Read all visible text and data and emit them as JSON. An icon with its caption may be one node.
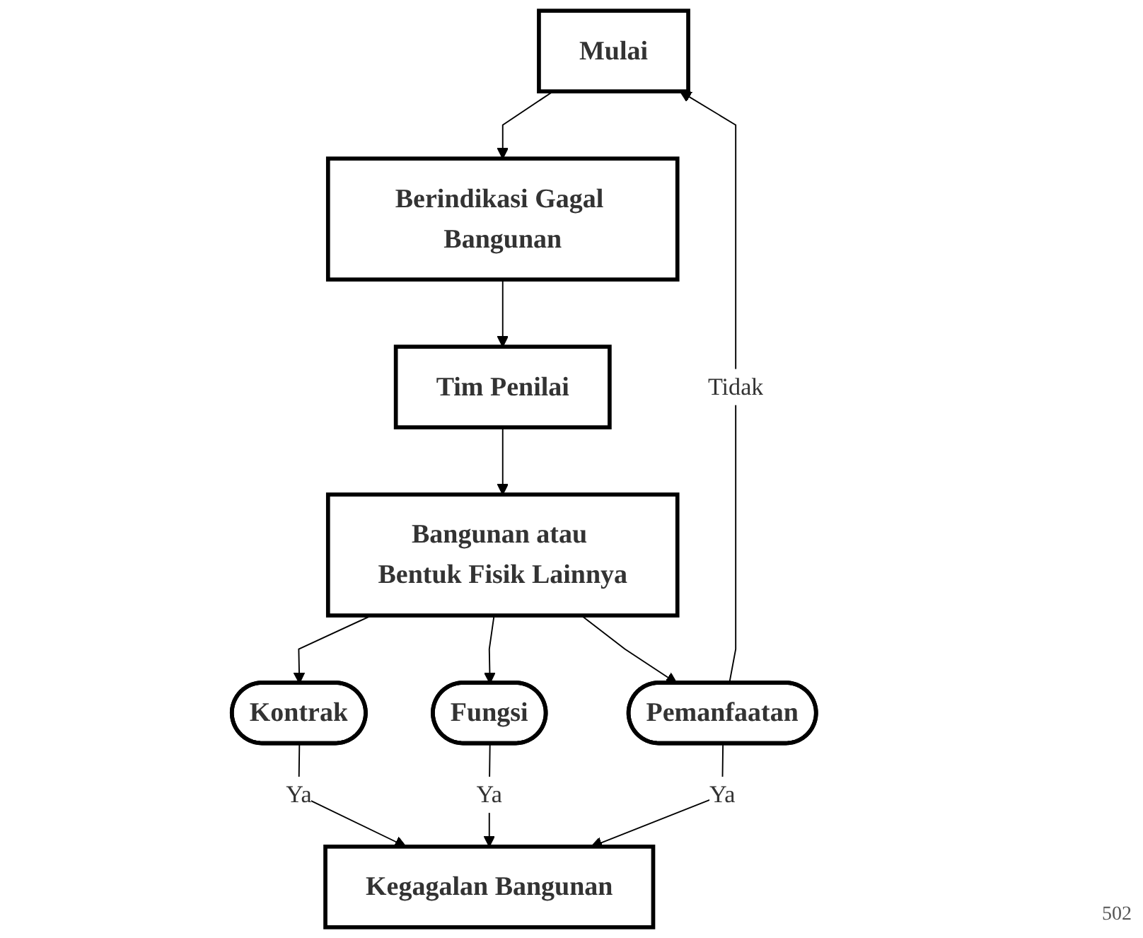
{
  "diagram": {
    "nodes": [
      {
        "text": [
          "Mulai"
        ]
      },
      {
        "text": [
          "Berindikasi Gagal Bangunan"
        ]
      },
      {
        "text": [
          "Tim Penilai"
        ]
      },
      {
        "text": [
          "Bangunan atau Bentuk Fisik Lainnya"
        ]
      },
      {
        "text": [
          "Kontrak"
        ]
      },
      {
        "text": [
          "Fungsi"
        ]
      },
      {
        "text": [
          "Pemanfaatan"
        ]
      },
      {
        "text": [
          "Kegagalan Bangunan"
        ]
      }
    ],
    "edges": [
      {
        "from": 0,
        "to": 1,
        "arrow": "to"
      },
      {
        "from": 1,
        "to": 2,
        "arrow": "to"
      },
      {
        "from": 2,
        "to": 3,
        "arrow": "to"
      },
      {
        "from": 3,
        "to": 4,
        "arrow": "to"
      },
      {
        "from": 3,
        "to": 5,
        "arrow": "to"
      },
      {
        "from": 3,
        "to": 6,
        "arrow": "to"
      },
      {
        "from": 4,
        "to": 7,
        "arrow": "to",
        "label": "Ya"
      },
      {
        "from": 5,
        "to": 7,
        "arrow": "to",
        "label": "Ya"
      },
      {
        "from": 6,
        "to": 7,
        "arrow": "to",
        "label": "Ya"
      },
      {
        "from": 6,
        "to": 0,
        "arrow": "to",
        "label": "Tidak"
      }
    ],
    "labels": [
      "502"
    ]
  }
}
